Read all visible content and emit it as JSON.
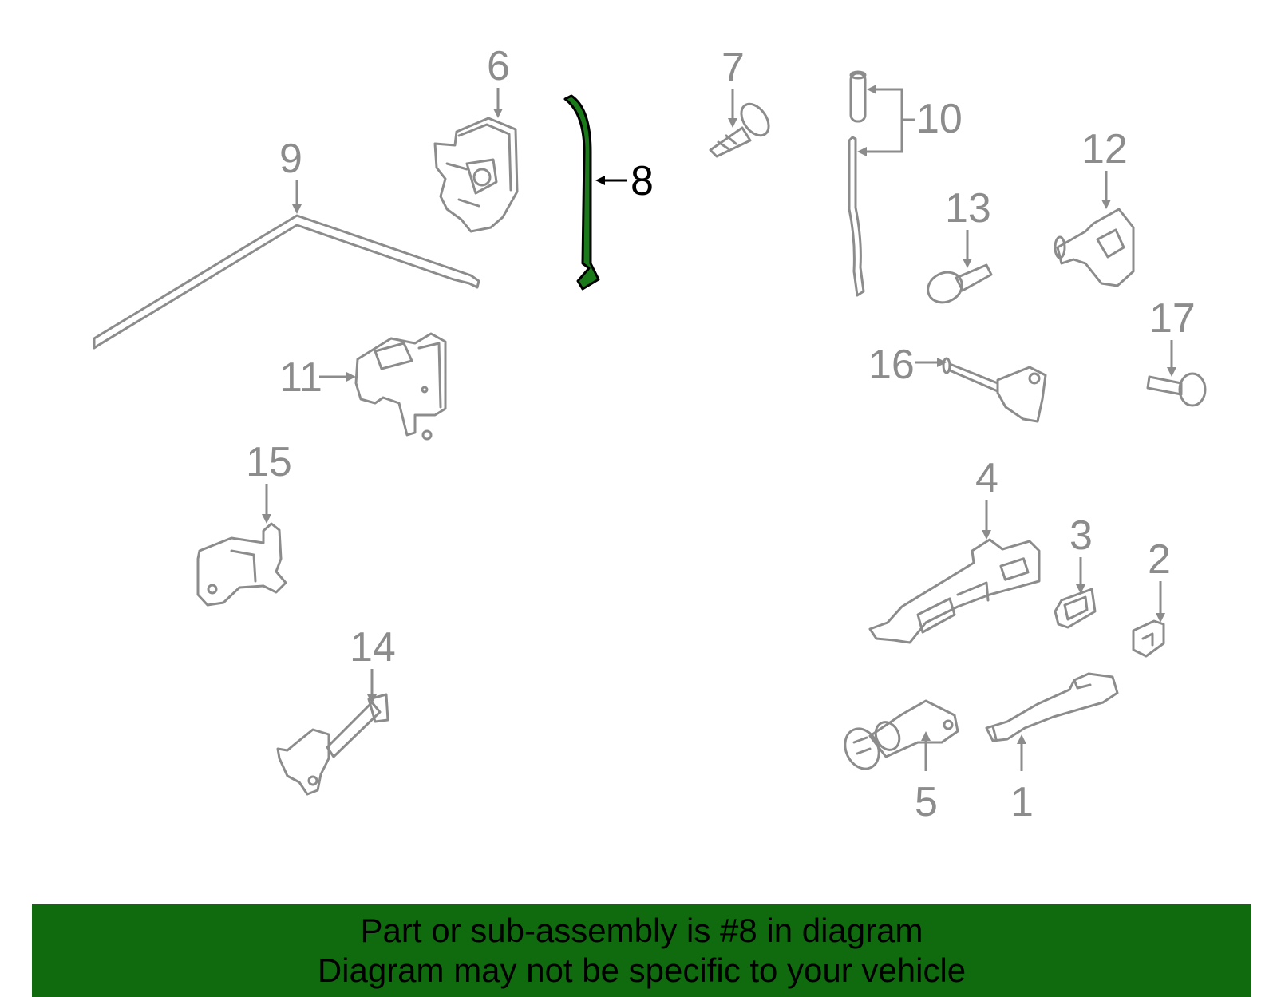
{
  "colors": {
    "outline": "#8c8c8c",
    "highlight_fill": "#1a7a1a",
    "banner_bg": "#0f6b0d",
    "text": "#000000"
  },
  "highlighted_part": "8",
  "callouts": [
    "1",
    "2",
    "3",
    "4",
    "5",
    "6",
    "7",
    "8",
    "9",
    "10",
    "11",
    "12",
    "13",
    "14",
    "15",
    "16",
    "17"
  ],
  "banner": {
    "line1": "Part or sub-assembly is #8 in diagram",
    "line2": "Diagram may not be specific to your vehicle"
  }
}
